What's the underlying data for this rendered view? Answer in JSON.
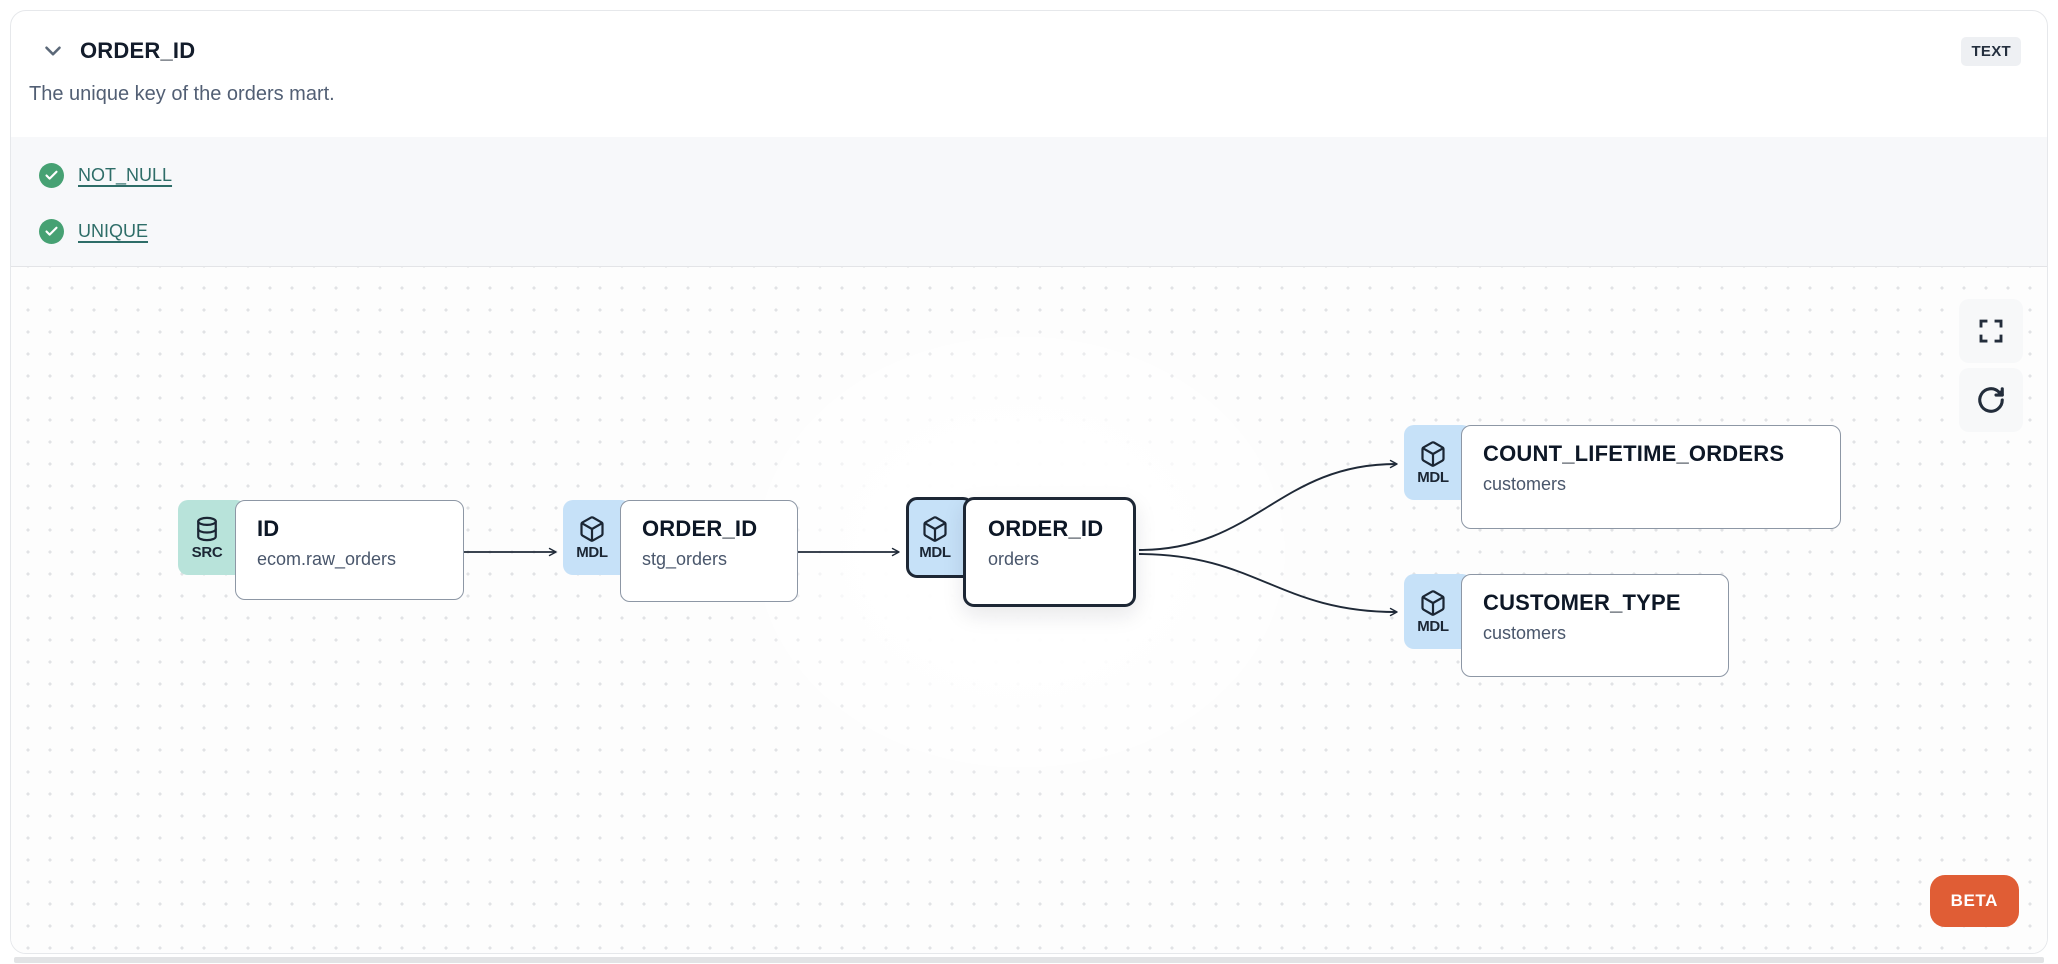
{
  "panel": {
    "title": "ORDER_ID",
    "type_badge": "TEXT",
    "description": "The unique key of the orders mart.",
    "tests": [
      {
        "label": "NOT_NULL",
        "status": "pass"
      },
      {
        "label": "UNIQUE",
        "status": "pass"
      }
    ]
  },
  "lineage": {
    "nodes": [
      {
        "kind": "SRC",
        "icon": "database-icon",
        "title": "ID",
        "subtitle": "ecom.raw_orders",
        "selected": false
      },
      {
        "kind": "MDL",
        "icon": "cube-icon",
        "title": "ORDER_ID",
        "subtitle": "stg_orders",
        "selected": false
      },
      {
        "kind": "MDL",
        "icon": "cube-icon",
        "title": "ORDER_ID",
        "subtitle": "orders",
        "selected": true
      },
      {
        "kind": "MDL",
        "icon": "cube-icon",
        "title": "COUNT_LIFETIME_ORDERS",
        "subtitle": "customers",
        "selected": false
      },
      {
        "kind": "MDL",
        "icon": "cube-icon",
        "title": "CUSTOMER_TYPE",
        "subtitle": "customers",
        "selected": false
      }
    ],
    "edges": [
      {
        "from": 0,
        "to": 1
      },
      {
        "from": 1,
        "to": 2
      },
      {
        "from": 2,
        "to": 3
      },
      {
        "from": 2,
        "to": 4
      }
    ],
    "beta_label": "BETA"
  },
  "colors": {
    "src_badge": "#b8e3da",
    "mdl_badge": "#c6e1f8",
    "selected_border": "#1d2735",
    "test_link": "#2e6d68",
    "check_green": "#46a173",
    "beta_orange": "#e05d35",
    "strip_bg": "#f7f8fa"
  }
}
